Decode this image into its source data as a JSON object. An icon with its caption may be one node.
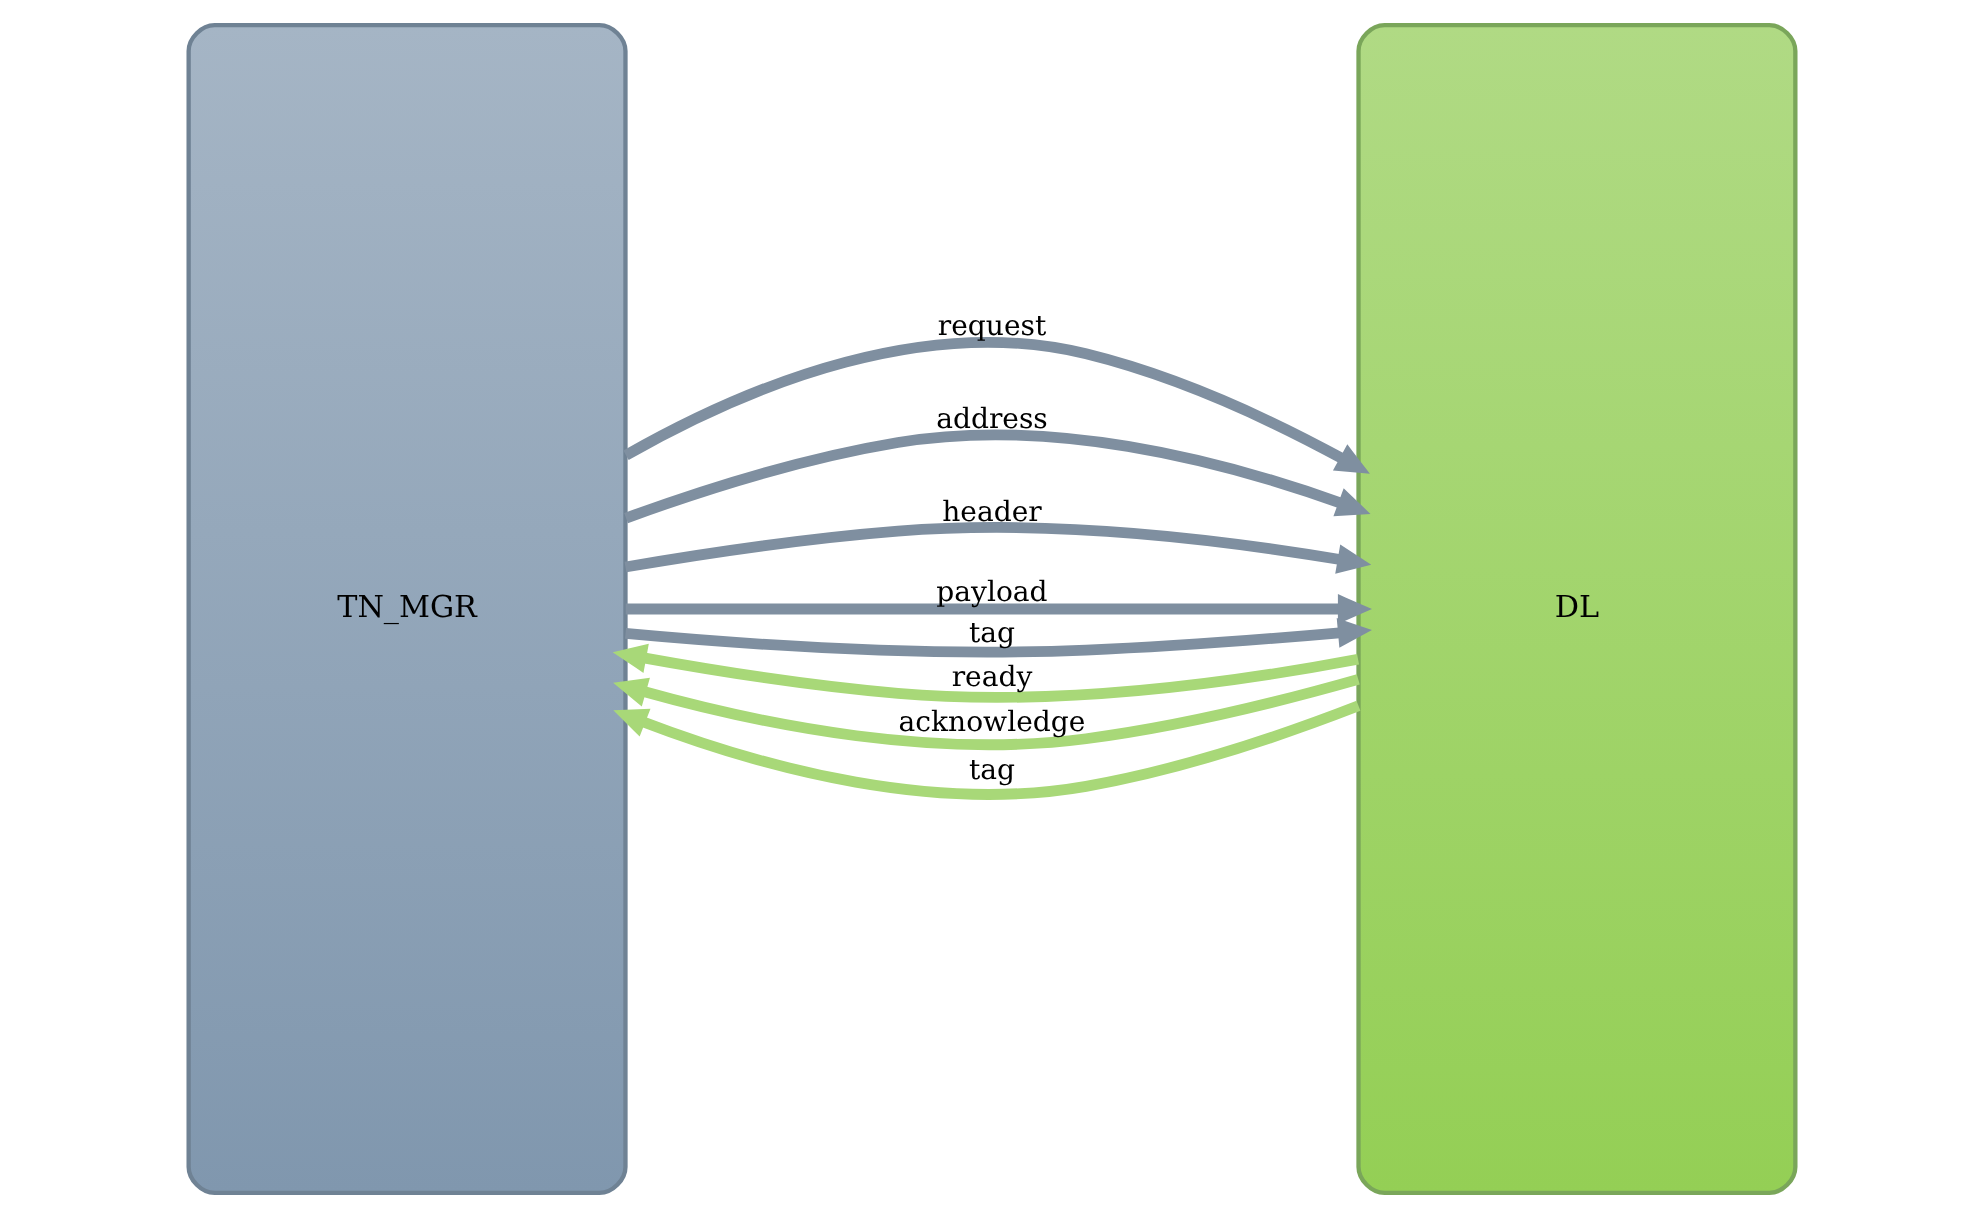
{
  "diagram": {
    "nodes": [
      {
        "text": [
          "TN_MGR"
        ]
      },
      {
        "text": [
          "DL"
        ]
      }
    ],
    "edges": [
      {
        "from": 0,
        "to": 1,
        "arrow": "to",
        "label": "request"
      },
      {
        "from": 0,
        "to": 1,
        "arrow": "to",
        "label": "address"
      },
      {
        "from": 0,
        "to": 1,
        "arrow": "to",
        "label": "header"
      },
      {
        "from": 0,
        "to": 1,
        "arrow": "to",
        "label": "payload"
      },
      {
        "from": 0,
        "to": 1,
        "arrow": "to",
        "label": "tag"
      },
      {
        "from": 1,
        "to": 0,
        "arrow": "to",
        "label": "ready",
        "color": "#a8d878"
      },
      {
        "from": 1,
        "to": 0,
        "arrow": "to",
        "label": "acknowledge",
        "color": "#a8d878"
      },
      {
        "from": 1,
        "to": 0,
        "arrow": "to",
        "label": "tag",
        "color": "#a8d878"
      }
    ]
  }
}
